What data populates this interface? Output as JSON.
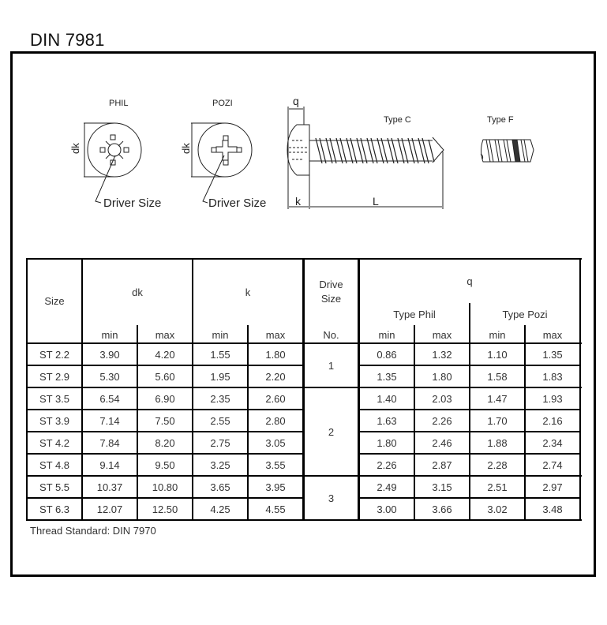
{
  "title": "DIN 7981",
  "diagram": {
    "labels": {
      "phil": "PHIL",
      "pozi": "POZI",
      "type_c": "Type C",
      "type_f": "Type F",
      "dk": "dk",
      "q": "q",
      "k": "k",
      "L": "L",
      "driver_size": "Driver Size"
    },
    "icons": [
      "phillips-head-icon",
      "pozidriv-head-icon",
      "pan-head-screw-type-c-icon",
      "screw-tip-type-f-icon"
    ]
  },
  "table": {
    "headers": {
      "size": "Size",
      "dk": "dk",
      "k": "k",
      "drive_size_line1": "Drive",
      "drive_size_line2": "Size",
      "drive_no": "No.",
      "q": "q",
      "type_phil": "Type Phil",
      "type_pozi": "Type Pozi",
      "min": "min",
      "max": "max"
    },
    "rows": [
      {
        "size": "ST 2.2",
        "dk_min": "3.90",
        "dk_max": "4.20",
        "k_min": "1.55",
        "k_max": "1.80",
        "phil_min": "0.86",
        "phil_max": "1.32",
        "pozi_min": "1.10",
        "pozi_max": "1.35"
      },
      {
        "size": "ST 2.9",
        "dk_min": "5.30",
        "dk_max": "5.60",
        "k_min": "1.95",
        "k_max": "2.20",
        "phil_min": "1.35",
        "phil_max": "1.80",
        "pozi_min": "1.58",
        "pozi_max": "1.83"
      },
      {
        "size": "ST 3.5",
        "dk_min": "6.54",
        "dk_max": "6.90",
        "k_min": "2.35",
        "k_max": "2.60",
        "phil_min": "1.40",
        "phil_max": "2.03",
        "pozi_min": "1.47",
        "pozi_max": "1.93"
      },
      {
        "size": "ST 3.9",
        "dk_min": "7.14",
        "dk_max": "7.50",
        "k_min": "2.55",
        "k_max": "2.80",
        "phil_min": "1.63",
        "phil_max": "2.26",
        "pozi_min": "1.70",
        "pozi_max": "2.16"
      },
      {
        "size": "ST 4.2",
        "dk_min": "7.84",
        "dk_max": "8.20",
        "k_min": "2.75",
        "k_max": "3.05",
        "phil_min": "1.80",
        "phil_max": "2.46",
        "pozi_min": "1.88",
        "pozi_max": "2.34"
      },
      {
        "size": "ST 4.8",
        "dk_min": "9.14",
        "dk_max": "9.50",
        "k_min": "3.25",
        "k_max": "3.55",
        "phil_min": "2.26",
        "phil_max": "2.87",
        "pozi_min": "2.28",
        "pozi_max": "2.74"
      },
      {
        "size": "ST 5.5",
        "dk_min": "10.37",
        "dk_max": "10.80",
        "k_min": "3.65",
        "k_max": "3.95",
        "phil_min": "2.49",
        "phil_max": "3.15",
        "pozi_min": "2.51",
        "pozi_max": "2.97"
      },
      {
        "size": "ST 6.3",
        "dk_min": "12.07",
        "dk_max": "12.50",
        "k_min": "4.25",
        "k_max": "4.55",
        "phil_min": "3.00",
        "phil_max": "3.66",
        "pozi_min": "3.02",
        "pozi_max": "3.48"
      }
    ],
    "drive_groups": [
      {
        "value": "1",
        "rows": [
          0,
          1
        ]
      },
      {
        "value": "2",
        "rows": [
          2,
          5
        ]
      },
      {
        "value": "3",
        "rows": [
          6,
          7
        ]
      }
    ]
  },
  "footnote": "Thread Standard: DIN 7970"
}
